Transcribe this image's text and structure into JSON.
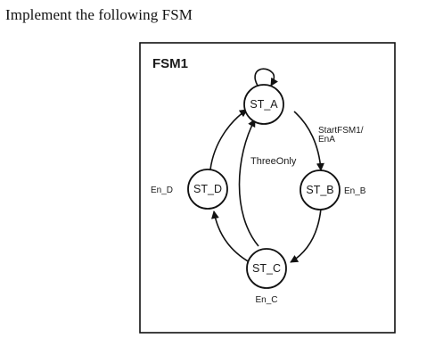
{
  "heading": "Implement the following FSM",
  "diagram": {
    "title": "FSM1",
    "states": {
      "a": {
        "name": "ST_A"
      },
      "b": {
        "name": "ST_B",
        "output": "En_B"
      },
      "c": {
        "name": "ST_C",
        "output": "En_C"
      },
      "d": {
        "name": "ST_D",
        "output": "En_D"
      }
    },
    "transitions": {
      "a_to_b": {
        "condition": "StartFSM1/",
        "action": "EnA"
      },
      "c_to_a": {
        "condition": "ThreeOnly"
      }
    }
  }
}
